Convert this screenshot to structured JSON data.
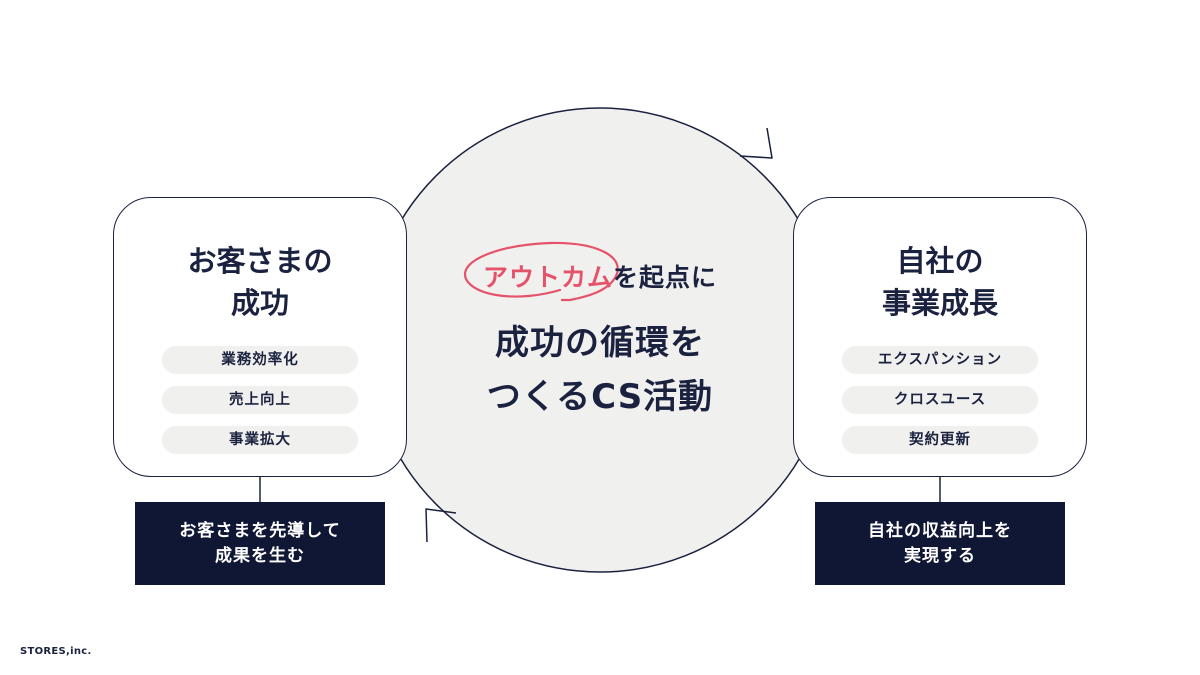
{
  "center": {
    "subtitle_highlight": "アウトカム",
    "subtitle_rest": "を起点に",
    "title_line1": "成功の循環を",
    "title_line2": "つくるCS活動"
  },
  "left_box": {
    "title_line1": "お客さまの",
    "title_line2": "成功",
    "items": [
      "業務効率化",
      "売上向上",
      "事業拡大"
    ],
    "banner_line1": "お客さまを先導して",
    "banner_line2": "成果を生む"
  },
  "right_box": {
    "title_line1": "自社の",
    "title_line2": "事業成長",
    "items": [
      "エクスパンション",
      "クロスユース",
      "契約更新"
    ],
    "banner_line1": "自社の収益向上を",
    "banner_line2": "実現する"
  },
  "footer": {
    "company": "STORES,inc."
  },
  "colors": {
    "navy": "#1b2240",
    "banner": "#101734",
    "accent": "#e5536a",
    "circle_fill": "#f0f0ee",
    "pill_fill": "#f0f0ee"
  }
}
